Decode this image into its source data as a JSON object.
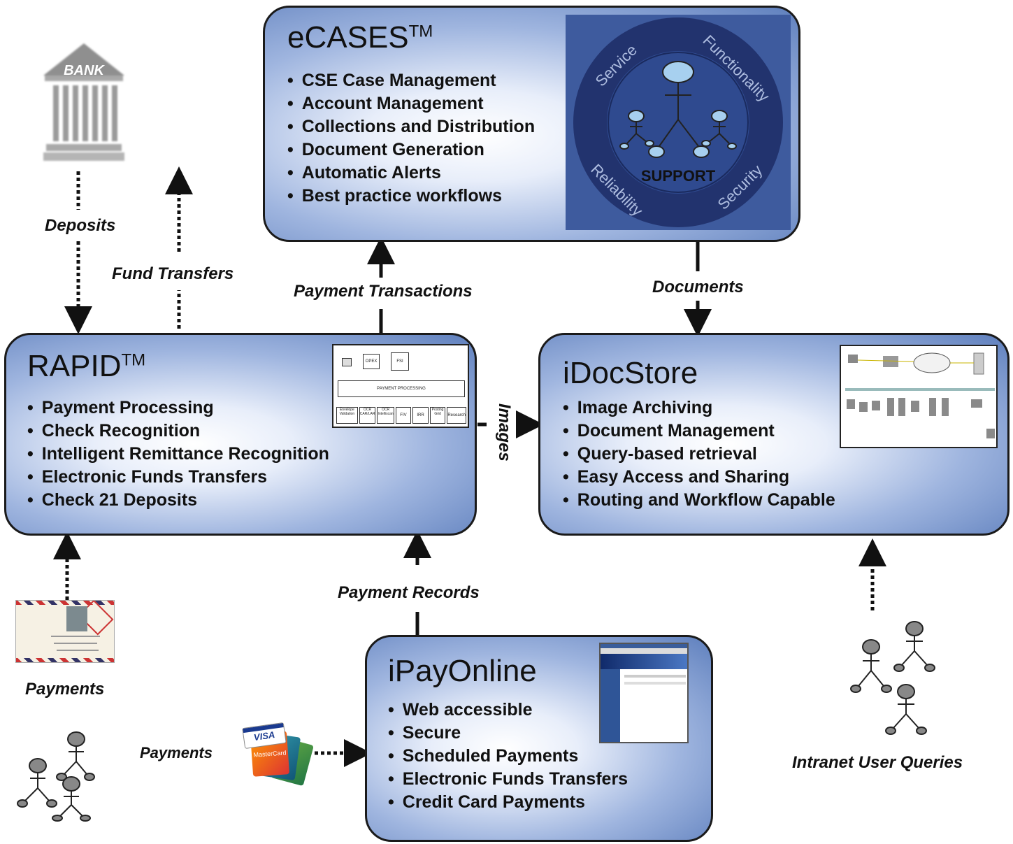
{
  "colors": {
    "panel_edge": "#5e7fbd",
    "panel_center": "#ffffff",
    "support_bg": "#3e5b9e",
    "support_ring": "#1d2c66"
  },
  "ecases": {
    "title": "eCASES",
    "tm": "TM",
    "features": [
      "CSE Case Management",
      "Account Management",
      "Collections and Distribution",
      "Document Generation",
      "Automatic Alerts",
      "Best practice workflows"
    ],
    "support": {
      "center": "SUPPORT",
      "ring": [
        "Service",
        "Functionality",
        "Reliability",
        "Security"
      ]
    }
  },
  "rapid": {
    "title": "RAPID",
    "tm": "TM",
    "features": [
      "Payment Processing",
      "Check Recognition",
      "Intelligent Remittance Recognition",
      "Electronic Funds Transfers",
      "Check 21 Deposits"
    ],
    "diagram": {
      "top": [
        "OPEX",
        "FSI"
      ],
      "center": "PAYMENT PROCESSING",
      "boxes": [
        "Envelope Validation",
        "OCR CAR/LAR",
        "OCR Intelliscan",
        "FIV",
        "IRR",
        "Posting Grid",
        "Research"
      ]
    }
  },
  "idocstore": {
    "title": "iDocStore",
    "features": [
      "Image Archiving",
      "Document Management",
      "Query-based retrieval",
      "Easy Access and Sharing",
      "Routing and Workflow Capable"
    ]
  },
  "ipayonline": {
    "title": "iPayOnline",
    "features": [
      "Web accessible",
      "Secure",
      "Scheduled Payments",
      "Electronic Funds Transfers",
      "Credit Card Payments"
    ]
  },
  "bank": {
    "label": "BANK"
  },
  "cards": {
    "visa": "VISA",
    "mastercard": "MasterCard"
  },
  "labels": {
    "deposits": "Deposits",
    "fund_transfers": "Fund Transfers",
    "payment_transactions": "Payment Transactions",
    "documents": "Documents",
    "images": "Images",
    "payment_records": "Payment Records",
    "payments_mail": "Payments",
    "payments_cards": "Payments",
    "intranet_user_queries": "Intranet User Queries"
  }
}
